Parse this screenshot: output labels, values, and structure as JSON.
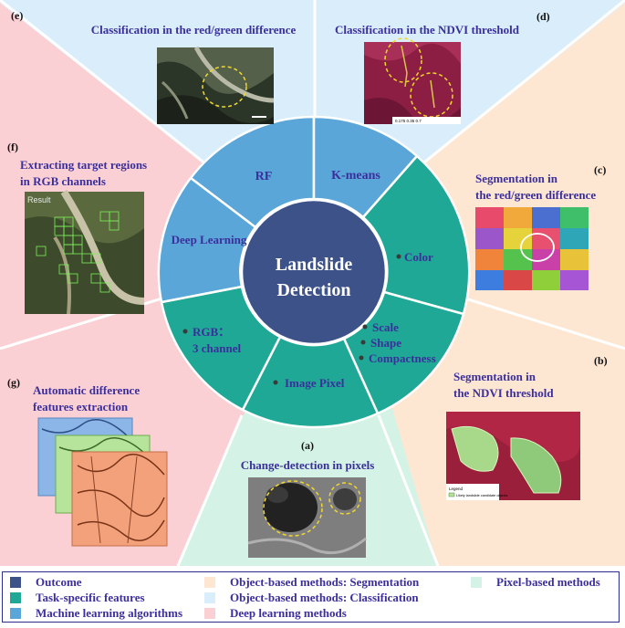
{
  "center": {
    "line1": "Landslide",
    "line2": "Detection"
  },
  "ring_segments": {
    "rf": "RF",
    "kmeans": "K-means",
    "color": "Color",
    "scale": "Scale",
    "shape": "Shape",
    "compactness": "Compactness",
    "image_pixel": "Image Pixel",
    "rgb_line1": "RGB：",
    "rgb_line2": "3 channel",
    "deep_learning": "Deep Learning"
  },
  "panels": {
    "e": {
      "letter": "(e)",
      "title": "Classification in the red/green difference"
    },
    "d": {
      "letter": "(d)",
      "title": "Classification in the NDVI threshold"
    },
    "c": {
      "letter": "(c)",
      "title_line1": "Segmentation in",
      "title_line2": "the red/green difference"
    },
    "b": {
      "letter": "(b)",
      "title_line1": "Segmentation in",
      "title_line2": "the NDVI threshold"
    },
    "a": {
      "letter": "(a)",
      "title": "Change-detection in pixels"
    },
    "g": {
      "letter": "(g)",
      "title_line1": "Automatic difference",
      "title_line2": "features extraction"
    },
    "f": {
      "letter": "(f)",
      "title_line1": "Extracting target regions",
      "title_line2": "in RGB channels"
    }
  },
  "image_text": {
    "result": "Result",
    "scale_d": "0.175  0.35         0.7",
    "legend_b": "Legend",
    "legend_b_item": "Likely landslide candidate objects"
  },
  "legend": {
    "outcome": "Outcome",
    "task_features": "Task-specific features",
    "ml_algorithms": "Machine learning algorithms",
    "obj_segmentation": "Object-based methods: Segmentation",
    "obj_classification": "Object-based methods: Classification",
    "deep_learning": "Deep learning methods",
    "pixel_based": "Pixel-based methods"
  },
  "colors": {
    "outcome": "#3d5289",
    "task_features": "#1fa896",
    "ml_algorithms": "#5aa6d8",
    "segmentation_bg": "#fde7d2",
    "classification_bg": "#d9eefa",
    "deep_learning_bg": "#fbd0d5",
    "pixel_bg": "#d4f3e6",
    "label_text": "#3b2f9c"
  }
}
